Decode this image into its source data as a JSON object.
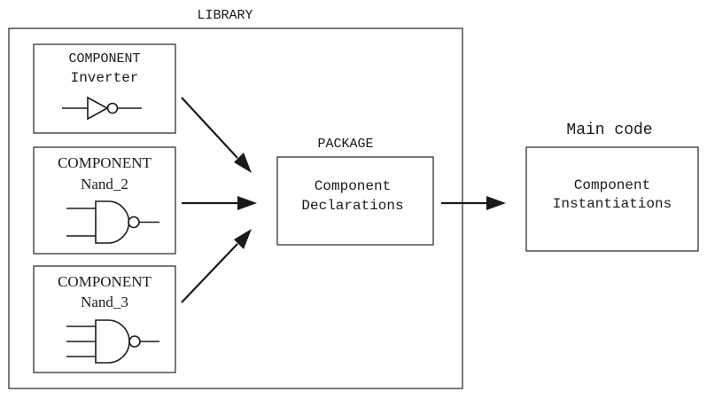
{
  "library": {
    "label": "LIBRARY"
  },
  "components": [
    {
      "heading": "COMPONENT",
      "name": "Inverter",
      "gate_type": "inverter-gate-icon"
    },
    {
      "heading": "COMPONENT",
      "name": "Nand_2",
      "gate_type": "nand2-gate-icon"
    },
    {
      "heading": "COMPONENT",
      "name": "Nand_3",
      "gate_type": "nand3-gate-icon"
    }
  ],
  "package": {
    "label": "PACKAGE",
    "line1": "Component",
    "line2": "Declarations"
  },
  "main_code": {
    "label": "Main code",
    "line1": "Component",
    "line2": "Instantiations"
  },
  "colors": {
    "stroke": "#1a1a1a",
    "background": "#ffffff"
  }
}
